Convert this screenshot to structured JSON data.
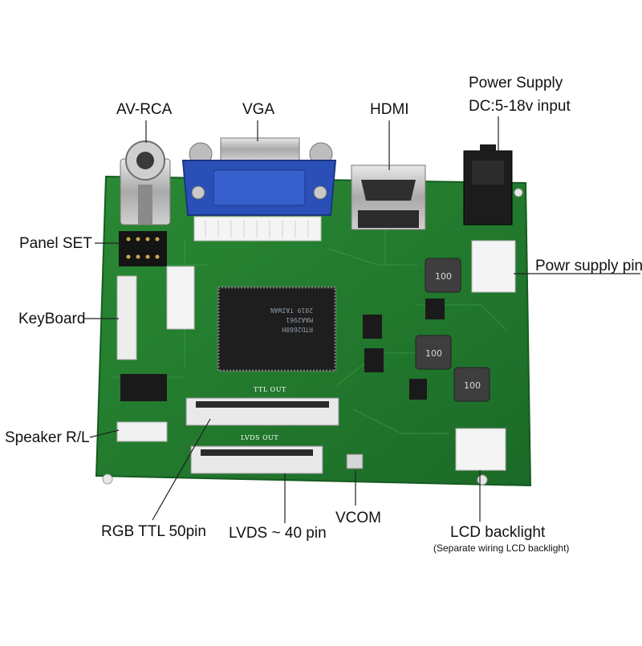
{
  "labels": {
    "power_supply": "Power Supply",
    "power_supply_spec": "DC:5-18v input",
    "av_rca": "AV-RCA",
    "vga": "VGA",
    "hdmi": "HDMI",
    "panel_set": "Panel SET",
    "power_supply_pin": "Powr supply pin",
    "keyboard": "KeyBoard",
    "speaker": "Speaker R/L",
    "rgb_ttl": "RGB TTL 50pin",
    "lvds": "LVDS ~ 40 pin",
    "vcom": "VCOM",
    "lcd_backlight": "LCD backlight",
    "lcd_backlight_note": "(Separate wiring LCD backlight)"
  },
  "board": {
    "silkscreen_ttl": "TTL OUT",
    "silkscreen_lvds": "LVDS OUT",
    "inductor_marking": "100",
    "chip_marking_1": "RTD2660H",
    "chip_marking_2": "MAA2961",
    "chip_marking_3": "2019 TAIWAN"
  },
  "colors": {
    "pcb_green": "#1f7a2c",
    "vga_blue": "#2a50b8",
    "text": "#111111",
    "callout_line": "#222222"
  }
}
